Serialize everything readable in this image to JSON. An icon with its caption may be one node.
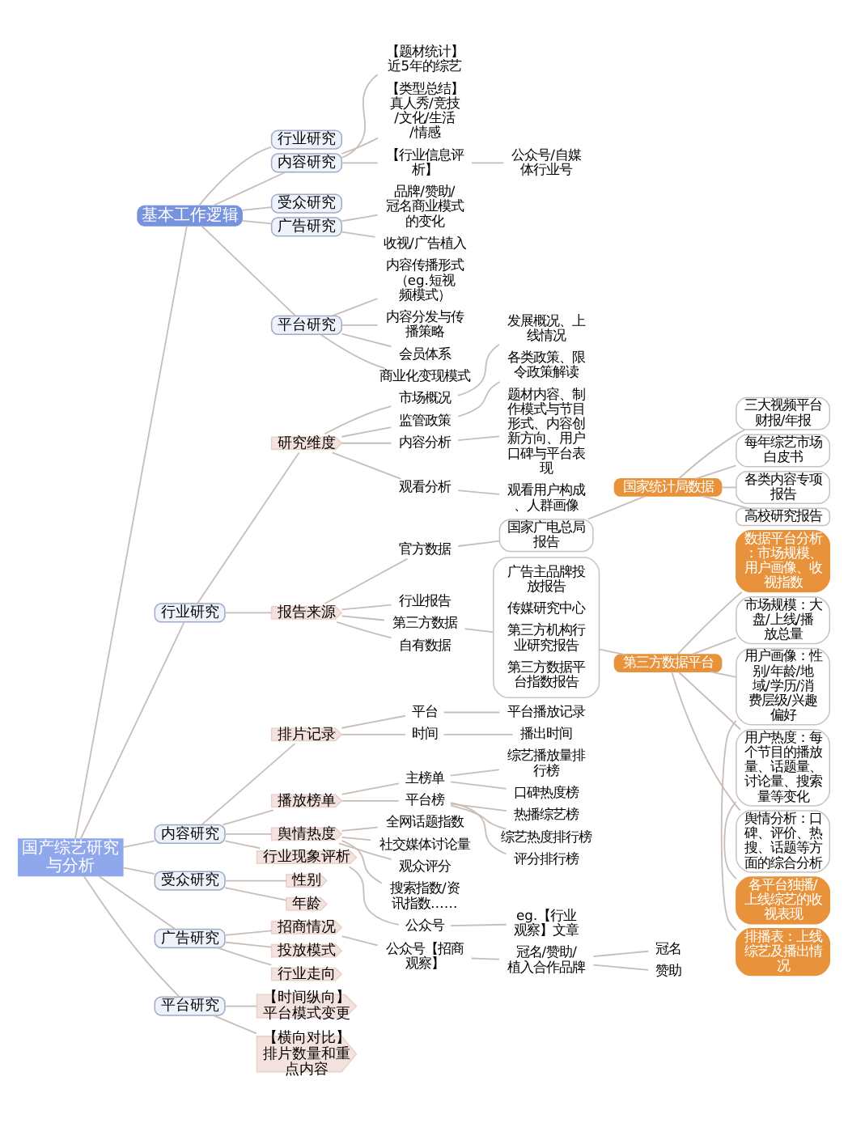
{
  "diagram": {
    "nodes": [
      {
        "text": [
          "国产综艺研究与分析"
        ]
      },
      {
        "text": [
          "基本工作逻辑"
        ]
      },
      {
        "text": [
          "行业研究"
        ]
      },
      {
        "text": [
          "内容研究"
        ]
      },
      {
        "text": [
          "受众研究"
        ]
      },
      {
        "text": [
          "广告研究"
        ]
      },
      {
        "text": [
          "平台研究"
        ]
      },
      {
        "text": [
          "【题材统计】近5年的综艺"
        ]
      },
      {
        "text": [
          "【类型总结】真人秀/竞技/文化/生活/情感"
        ]
      },
      {
        "text": [
          "【行业信息评析】"
        ]
      },
      {
        "text": [
          "公众号/自媒体行业号"
        ]
      },
      {
        "text": [
          "品牌/赞助/冠名商业模式的变化"
        ]
      },
      {
        "text": [
          "收视/广告植入"
        ]
      },
      {
        "text": [
          "内容传播形式（eg.短视频模式）"
        ]
      },
      {
        "text": [
          "内容分发与传播策略"
        ]
      },
      {
        "text": [
          "会员体系"
        ]
      },
      {
        "text": [
          "商业化变现模式"
        ]
      },
      {
        "text": [
          "行业研究"
        ]
      },
      {
        "text": [
          "研究维度"
        ]
      },
      {
        "text": [
          "市场概况"
        ]
      },
      {
        "text": [
          "发展概况、上线情况"
        ]
      },
      {
        "text": [
          "监管政策"
        ]
      },
      {
        "text": [
          "各类政策、限令政策解读"
        ]
      },
      {
        "text": [
          "内容分析"
        ]
      },
      {
        "text": [
          "题材内容、制作模式与节目形式、内容创新方向、用户口碑与平台表现"
        ]
      },
      {
        "text": [
          "观看分析"
        ]
      },
      {
        "text": [
          "观看用户构成、人群画像"
        ]
      },
      {
        "text": [
          "报告来源"
        ]
      },
      {
        "text": [
          "官方数据"
        ]
      },
      {
        "text": [
          "国家广电总局报告"
        ]
      },
      {
        "text": [
          "国家统计局数据"
        ]
      },
      {
        "text": [
          "三大视频平台财报/年报"
        ]
      },
      {
        "text": [
          "每年综艺市场白皮书"
        ]
      },
      {
        "text": [
          "各类内容专项报告"
        ]
      },
      {
        "text": [
          "高校研究报告"
        ]
      },
      {
        "text": [
          "行业报告"
        ]
      },
      {
        "text": [
          "第三方数据"
        ]
      },
      {
        "text": [],
        "shape": "box"
      },
      {
        "text": [
          "广告主品牌投放报告"
        ],
        "in": 37
      },
      {
        "text": [
          "传媒研究中心"
        ],
        "in": 37
      },
      {
        "text": [
          "第三方机构行业研究报告"
        ],
        "in": 37
      },
      {
        "text": [
          "第三方数据平台指数报告"
        ],
        "in": 37
      },
      {
        "text": [
          "第三方数据平台"
        ]
      },
      {
        "text": [
          "数据平台分析：市场规模、用户画像、收视指数"
        ]
      },
      {
        "text": [
          "市场规模：大盘/上线/播放总量"
        ]
      },
      {
        "text": [
          "用户画像：性别/年龄/地域/学历/消费层级/兴趣偏好"
        ]
      },
      {
        "text": [
          "用户热度：每个节目的播放量、话题量、讨论量、搜索量等变化"
        ]
      },
      {
        "text": [
          "舆情分析：口碑、评价、热搜、话题等方面的综合分析"
        ]
      },
      {
        "text": [
          "排播表：上线综艺及播出情况"
        ]
      },
      {
        "text": [
          "各平台独播/上线综艺的收视表现"
        ]
      },
      {
        "text": [
          "自有数据"
        ]
      },
      {
        "text": [
          "内容研究"
        ]
      },
      {
        "text": [
          "排片记录"
        ]
      },
      {
        "text": [
          "平台"
        ]
      },
      {
        "text": [
          "平台播放记录"
        ]
      },
      {
        "text": [
          "时间"
        ]
      },
      {
        "text": [
          "播出时间"
        ]
      },
      {
        "text": [
          "播放榜单"
        ]
      },
      {
        "text": [
          "主榜单"
        ]
      },
      {
        "text": [
          "综艺播放量排行榜"
        ]
      },
      {
        "text": [
          "口碑热度榜"
        ]
      },
      {
        "text": [
          "平台榜"
        ]
      },
      {
        "text": [
          "热播综艺榜"
        ]
      },
      {
        "text": [
          "综艺热度排行榜"
        ]
      },
      {
        "text": [
          "评分排行榜"
        ]
      },
      {
        "text": [
          "舆情热度"
        ]
      },
      {
        "text": [
          "全网话题指数"
        ]
      },
      {
        "text": [
          "社交媒体讨论量"
        ]
      },
      {
        "text": [
          "观众评分"
        ]
      },
      {
        "text": [
          "搜索指数/资讯指数……"
        ]
      },
      {
        "text": [
          "行业现象评析"
        ]
      },
      {
        "text": [
          "公众号"
        ]
      },
      {
        "text": [
          "eg.【行业观察】文章"
        ]
      },
      {
        "text": [
          "受众研究"
        ]
      },
      {
        "text": [
          "性别"
        ]
      },
      {
        "text": [
          "年龄"
        ]
      },
      {
        "text": [
          "广告研究"
        ]
      },
      {
        "text": [
          "招商情况"
        ]
      },
      {
        "text": [
          "公众号【招商观察】"
        ]
      },
      {
        "text": [
          "冠名/赞助/植入合作品牌"
        ]
      },
      {
        "text": [
          "冠名"
        ]
      },
      {
        "text": [
          "赞助"
        ]
      },
      {
        "text": [
          "投放模式"
        ]
      },
      {
        "text": [
          "行业走向"
        ]
      },
      {
        "text": [
          "平台研究"
        ]
      },
      {
        "text": [
          "【时间纵向】平台模式变更"
        ]
      },
      {
        "text": [
          "【横向对比】排片数量和重点内容"
        ]
      }
    ],
    "edges": [
      {
        "from": 0,
        "to": 1,
        "arrow": "none"
      },
      {
        "from": 0,
        "to": 17,
        "arrow": "none"
      },
      {
        "from": 0,
        "to": 51,
        "arrow": "none"
      },
      {
        "from": 0,
        "to": 73,
        "arrow": "none"
      },
      {
        "from": 0,
        "to": 76,
        "arrow": "none"
      },
      {
        "from": 0,
        "to": 84,
        "arrow": "none"
      },
      {
        "from": 1,
        "to": 2,
        "arrow": "none"
      },
      {
        "from": 1,
        "to": 3,
        "arrow": "none"
      },
      {
        "from": 1,
        "to": 4,
        "arrow": "none"
      },
      {
        "from": 1,
        "to": 5,
        "arrow": "none"
      },
      {
        "from": 1,
        "to": 6,
        "arrow": "none"
      },
      {
        "from": 3,
        "to": 7,
        "arrow": "none"
      },
      {
        "from": 3,
        "to": 8,
        "arrow": "none"
      },
      {
        "from": 3,
        "to": 9,
        "arrow": "none"
      },
      {
        "from": 9,
        "to": 10,
        "arrow": "none"
      },
      {
        "from": 5,
        "to": 11,
        "arrow": "none"
      },
      {
        "from": 5,
        "to": 12,
        "arrow": "none"
      },
      {
        "from": 6,
        "to": 13,
        "arrow": "none"
      },
      {
        "from": 6,
        "to": 14,
        "arrow": "none"
      },
      {
        "from": 6,
        "to": 15,
        "arrow": "none"
      },
      {
        "from": 6,
        "to": 16,
        "arrow": "none"
      },
      {
        "from": 17,
        "to": 18,
        "arrow": "none"
      },
      {
        "from": 17,
        "to": 27,
        "arrow": "none"
      },
      {
        "from": 18,
        "to": 19,
        "arrow": "none"
      },
      {
        "from": 18,
        "to": 21,
        "arrow": "none"
      },
      {
        "from": 18,
        "to": 23,
        "arrow": "none"
      },
      {
        "from": 18,
        "to": 25,
        "arrow": "none"
      },
      {
        "from": 19,
        "to": 20,
        "arrow": "none"
      },
      {
        "from": 21,
        "to": 22,
        "arrow": "none"
      },
      {
        "from": 23,
        "to": 24,
        "arrow": "none"
      },
      {
        "from": 25,
        "to": 26,
        "arrow": "none"
      },
      {
        "from": 27,
        "to": 28,
        "arrow": "none"
      },
      {
        "from": 27,
        "to": 35,
        "arrow": "none"
      },
      {
        "from": 27,
        "to": 36,
        "arrow": "none"
      },
      {
        "from": 27,
        "to": 50,
        "arrow": "none"
      },
      {
        "from": 28,
        "to": 29,
        "arrow": "none"
      },
      {
        "from": 29,
        "to": 30,
        "arrow": "none"
      },
      {
        "from": 30,
        "to": 31,
        "arrow": "none"
      },
      {
        "from": 30,
        "to": 32,
        "arrow": "none"
      },
      {
        "from": 30,
        "to": 33,
        "arrow": "none"
      },
      {
        "from": 30,
        "to": 34,
        "arrow": "none"
      },
      {
        "from": 36,
        "to": 37,
        "arrow": "none"
      },
      {
        "from": 37,
        "to": 42,
        "arrow": "none"
      },
      {
        "from": 42,
        "to": 43,
        "arrow": "none"
      },
      {
        "from": 42,
        "to": 44,
        "arrow": "none"
      },
      {
        "from": 42,
        "to": 45,
        "arrow": "none"
      },
      {
        "from": 42,
        "to": 46,
        "arrow": "none"
      },
      {
        "from": 42,
        "to": 47,
        "arrow": "none"
      },
      {
        "from": 45,
        "to": 48,
        "arrow": "none"
      },
      {
        "from": 46,
        "to": 49,
        "arrow": "none"
      },
      {
        "from": 51,
        "to": 52,
        "arrow": "none"
      },
      {
        "from": 51,
        "to": 57,
        "arrow": "none"
      },
      {
        "from": 51,
        "to": 65,
        "arrow": "none"
      },
      {
        "from": 51,
        "to": 70,
        "arrow": "none"
      },
      {
        "from": 52,
        "to": 53,
        "arrow": "none"
      },
      {
        "from": 52,
        "to": 55,
        "arrow": "none"
      },
      {
        "from": 53,
        "to": 54,
        "arrow": "none"
      },
      {
        "from": 55,
        "to": 56,
        "arrow": "none"
      },
      {
        "from": 57,
        "to": 58,
        "arrow": "none"
      },
      {
        "from": 57,
        "to": 61,
        "arrow": "none"
      },
      {
        "from": 58,
        "to": 59,
        "arrow": "none"
      },
      {
        "from": 58,
        "to": 60,
        "arrow": "none"
      },
      {
        "from": 61,
        "to": 62,
        "arrow": "none"
      },
      {
        "from": 61,
        "to": 63,
        "arrow": "none"
      },
      {
        "from": 61,
        "to": 64,
        "arrow": "none"
      },
      {
        "from": 65,
        "to": 66,
        "arrow": "none"
      },
      {
        "from": 65,
        "to": 67,
        "arrow": "none"
      },
      {
        "from": 65,
        "to": 68,
        "arrow": "none"
      },
      {
        "from": 65,
        "to": 69,
        "arrow": "none"
      },
      {
        "from": 70,
        "to": 71,
        "arrow": "none"
      },
      {
        "from": 71,
        "to": 72,
        "arrow": "none"
      },
      {
        "from": 73,
        "to": 74,
        "arrow": "none"
      },
      {
        "from": 73,
        "to": 75,
        "arrow": "none"
      },
      {
        "from": 76,
        "to": 77,
        "arrow": "none"
      },
      {
        "from": 76,
        "to": 82,
        "arrow": "none"
      },
      {
        "from": 76,
        "to": 83,
        "arrow": "none"
      },
      {
        "from": 77,
        "to": 78,
        "arrow": "none"
      },
      {
        "from": 78,
        "to": 79,
        "arrow": "none"
      },
      {
        "from": 79,
        "to": 80,
        "arrow": "none"
      },
      {
        "from": 79,
        "to": 81,
        "arrow": "none"
      },
      {
        "from": 84,
        "to": 85,
        "arrow": "none"
      },
      {
        "from": 84,
        "to": 86,
        "arrow": "none"
      }
    ]
  }
}
